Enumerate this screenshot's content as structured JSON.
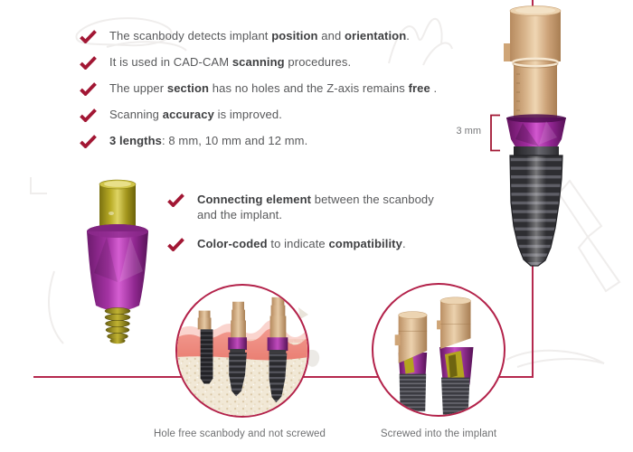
{
  "checklist": {
    "items": [
      {
        "segments": [
          {
            "t": "The scanbody detects implant "
          },
          {
            "t": "position",
            "b": true
          },
          {
            "t": " and "
          },
          {
            "t": "orientation",
            "b": true
          },
          {
            "t": "."
          }
        ]
      },
      {
        "segments": [
          {
            "t": "It is used in CAD-CAM "
          },
          {
            "t": "scanning",
            "b": true
          },
          {
            "t": " procedures."
          }
        ]
      },
      {
        "segments": [
          {
            "t": "The upper "
          },
          {
            "t": "section",
            "b": true
          },
          {
            "t": " has no holes and the Z-axis remains "
          },
          {
            "t": "free",
            "b": true
          },
          {
            "t": " ."
          }
        ]
      },
      {
        "segments": [
          {
            "t": "Scanning "
          },
          {
            "t": "accuracy",
            "b": true
          },
          {
            "t": " is improved."
          }
        ]
      },
      {
        "segments": [
          {
            "t": "3 lengths",
            "b": true
          },
          {
            "t": ": 8 mm, 10 mm and 12 mm."
          }
        ]
      }
    ]
  },
  "connector_notes": {
    "items": [
      {
        "segments": [
          {
            "t": "Connecting element",
            "b": true
          },
          {
            "t": " between the scanbody\nand the implant."
          }
        ]
      },
      {
        "segments": [
          {
            "t": "Color-coded",
            "b": true
          },
          {
            "t": " to indicate "
          },
          {
            "t": "compatibility",
            "b": true
          },
          {
            "t": "."
          }
        ]
      }
    ]
  },
  "measurement": {
    "label": "3 mm"
  },
  "insets": {
    "left_caption": "Hole free scanbody and not screwed",
    "right_caption": "Screwed into the implant"
  },
  "icons": {
    "check-icon": "✔"
  },
  "colors": {
    "accent_crimson": "#a21734",
    "guide_line": "#b5294e",
    "scanbody_purple": "#9b2f99",
    "scanbody_beige": "#d6b089",
    "connector_gold": "#b0a220",
    "implant_gray": "#3c3c40",
    "gum_pink": "#ef8d82",
    "bone_beige": "#f2e9d8",
    "text_gray": "#58595b",
    "text_bold": "#3e3f41"
  }
}
